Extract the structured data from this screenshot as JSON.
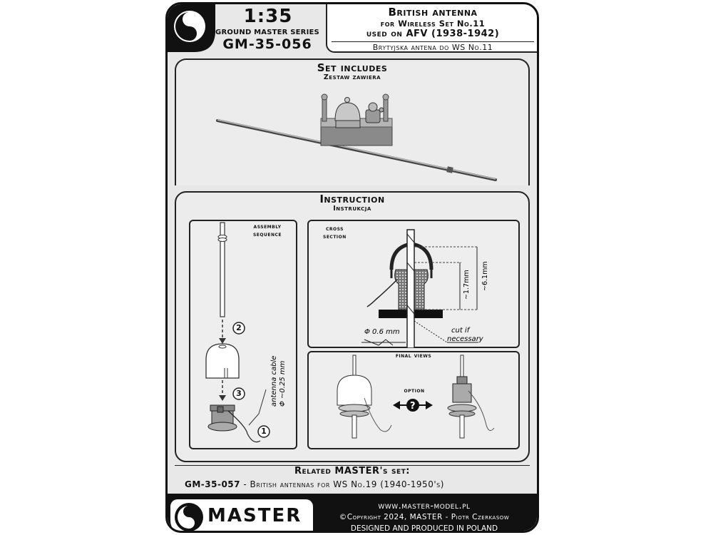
{
  "header": {
    "scale": "1:35",
    "series": "GROUND MASTER SERIES",
    "code": "GM-35-056",
    "title_line1": "British antenna",
    "title_line2": "for Wireless Set No.11",
    "title_line3": "used on AFV (1938-1942)",
    "title_polish": "Brytyjska antena do WS No.11"
  },
  "set_includes": {
    "title": "Set includes",
    "subtitle": "Zestaw zawiera"
  },
  "instruction": {
    "title": "Instruction",
    "subtitle": "Instrukcja",
    "assembly_label1": "assembly",
    "assembly_label2": "sequence",
    "cable_label1": "antenna cable",
    "cable_label2": "Φ ~0.25 mm",
    "step1": "1",
    "step2": "2",
    "step3": "3",
    "cross_label1": "cross",
    "cross_label2": "section",
    "dim_small": "~1.7mm",
    "dim_large": "~6.1mm",
    "diameter": "Φ 0.6 mm",
    "cut1": "cut if",
    "cut2": "necessary",
    "final_views": "final views",
    "option": "option"
  },
  "related": {
    "title": "Related MASTER's set:",
    "code": "GM-35-057",
    "desc": " - British antennas for WS No.19 (1940-1950's)"
  },
  "footer": {
    "brand": "MASTER",
    "url": "www.master-model.pl",
    "copyright": "©Copyright 2024, MASTER - Piotr Czerkasow",
    "made": "DESIGNED AND PRODUCED IN POLAND"
  }
}
